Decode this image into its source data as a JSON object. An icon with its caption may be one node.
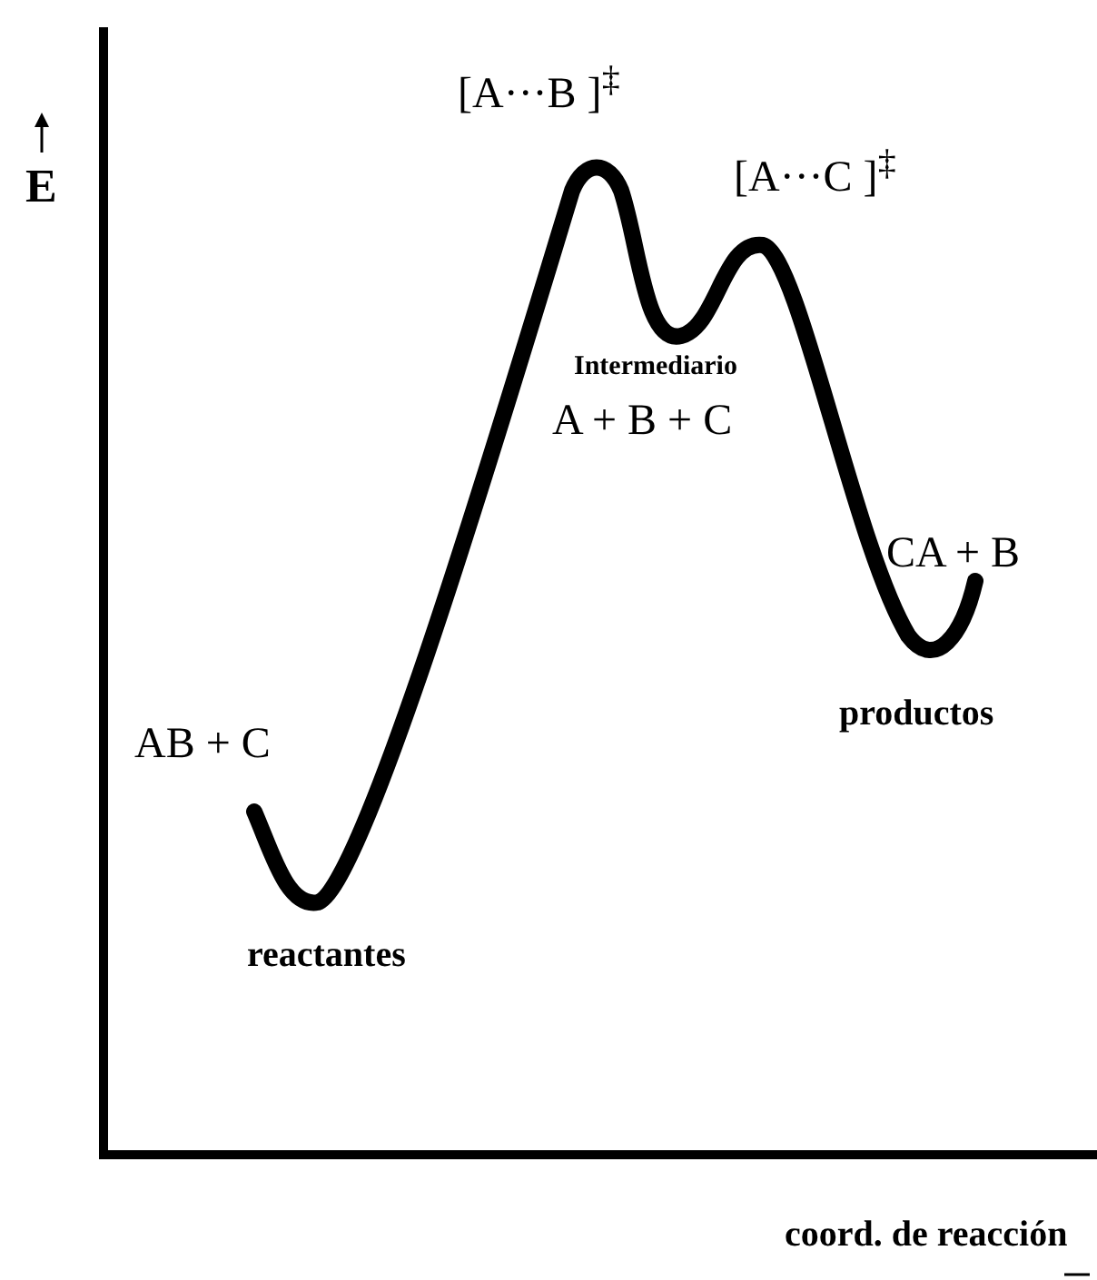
{
  "diagram": {
    "labels": [
      "E",
      "[A···B ]$^{‡}$",
      "[A···C ]$^{‡}$",
      "Intermediario",
      "A + B + C",
      "CA + B",
      "AB + C",
      "productos",
      "reactantes",
      "coord. de reacción"
    ]
  }
}
